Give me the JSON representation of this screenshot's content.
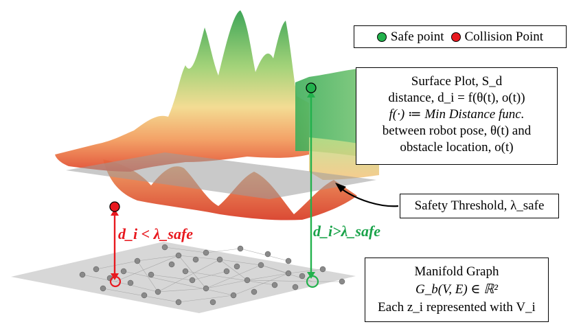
{
  "legend": {
    "safe_label": "Safe point",
    "collision_label": "Collision Point",
    "safe_color": "#22b14c",
    "collision_color": "#e8191f"
  },
  "surface_box": {
    "line1": "Surface Plot, S_d",
    "line2": "distance, d_i = f(θ(t), o(t))",
    "line3": "f(·) ≔ Min Distance func.",
    "line4": "between robot pose, θ(t) and",
    "line5": "obstacle location, o(t)"
  },
  "safety_box": {
    "label": "Safety Threshold, λ_safe"
  },
  "manifold_box": {
    "line1": "Manifold Graph",
    "line2": "G_b(V, E) ∈ ℝ²",
    "line3": "Each z_i represented with V_i"
  },
  "annotations": {
    "collision_condition": "d_i < λ_safe",
    "safe_condition": "d_i>λ_safe"
  }
}
